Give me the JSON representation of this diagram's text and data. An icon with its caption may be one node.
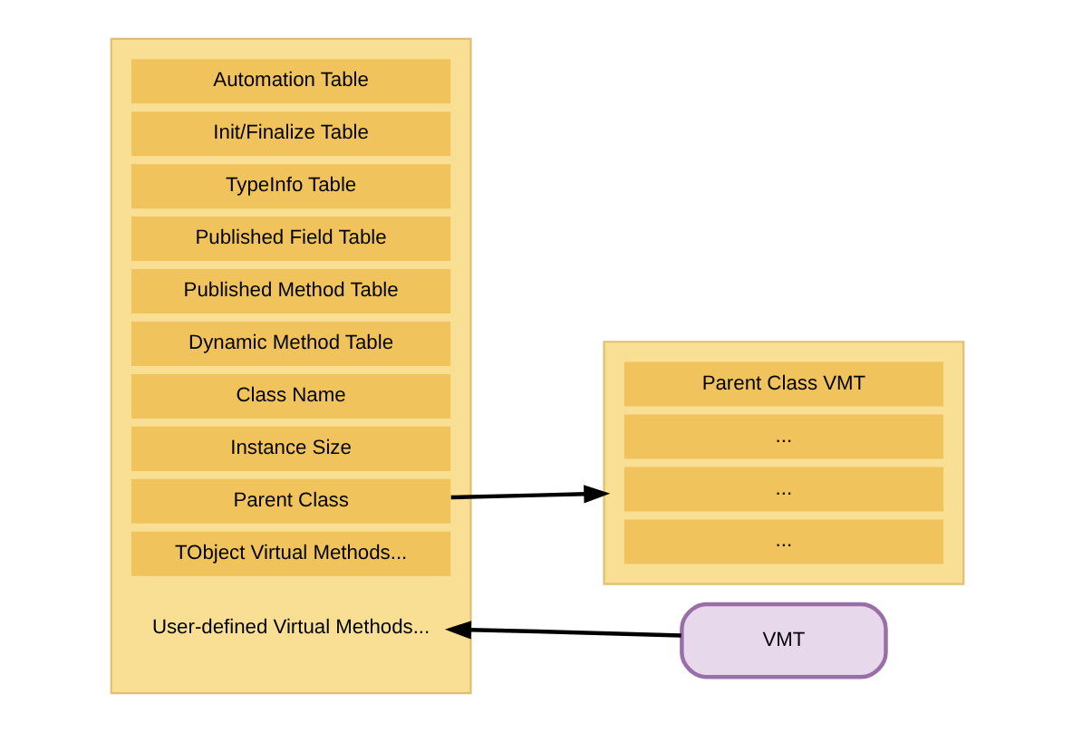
{
  "diagram": {
    "nodes": [
      {
        "text": [],
        "shape": "box"
      },
      {
        "text": [
          "Automation Table"
        ],
        "in": 0
      },
      {
        "text": [
          "Init/Finalize Table"
        ],
        "in": 0
      },
      {
        "text": [
          "TypeInfo Table"
        ],
        "in": 0
      },
      {
        "text": [
          "Published Field Table"
        ],
        "in": 0
      },
      {
        "text": [
          "Published Method Table"
        ],
        "in": 0
      },
      {
        "text": [
          "Dynamic Method Table"
        ],
        "in": 0
      },
      {
        "text": [
          "Class Name"
        ],
        "in": 0
      },
      {
        "text": [
          "Instance Size"
        ],
        "in": 0
      },
      {
        "text": [
          "Parent Class"
        ],
        "in": 0
      },
      {
        "text": [
          "TObject Virtual Methods..."
        ],
        "in": 0
      },
      {
        "text": [
          "User-defined Virtual Methods..."
        ],
        "in": 0
      },
      {
        "text": [],
        "shape": "box"
      },
      {
        "text": [
          "Parent Class VMT"
        ],
        "in": 12
      },
      {
        "text": [
          "..."
        ],
        "in": 12
      },
      {
        "text": [
          "..."
        ],
        "in": 12
      },
      {
        "text": [
          "..."
        ],
        "in": 12
      },
      {
        "text": [
          "VMT"
        ]
      }
    ],
    "edges": [
      {
        "from": 9,
        "to": 12,
        "arrow": "to"
      },
      {
        "from": 17,
        "to": 11,
        "arrow": "to"
      }
    ]
  }
}
